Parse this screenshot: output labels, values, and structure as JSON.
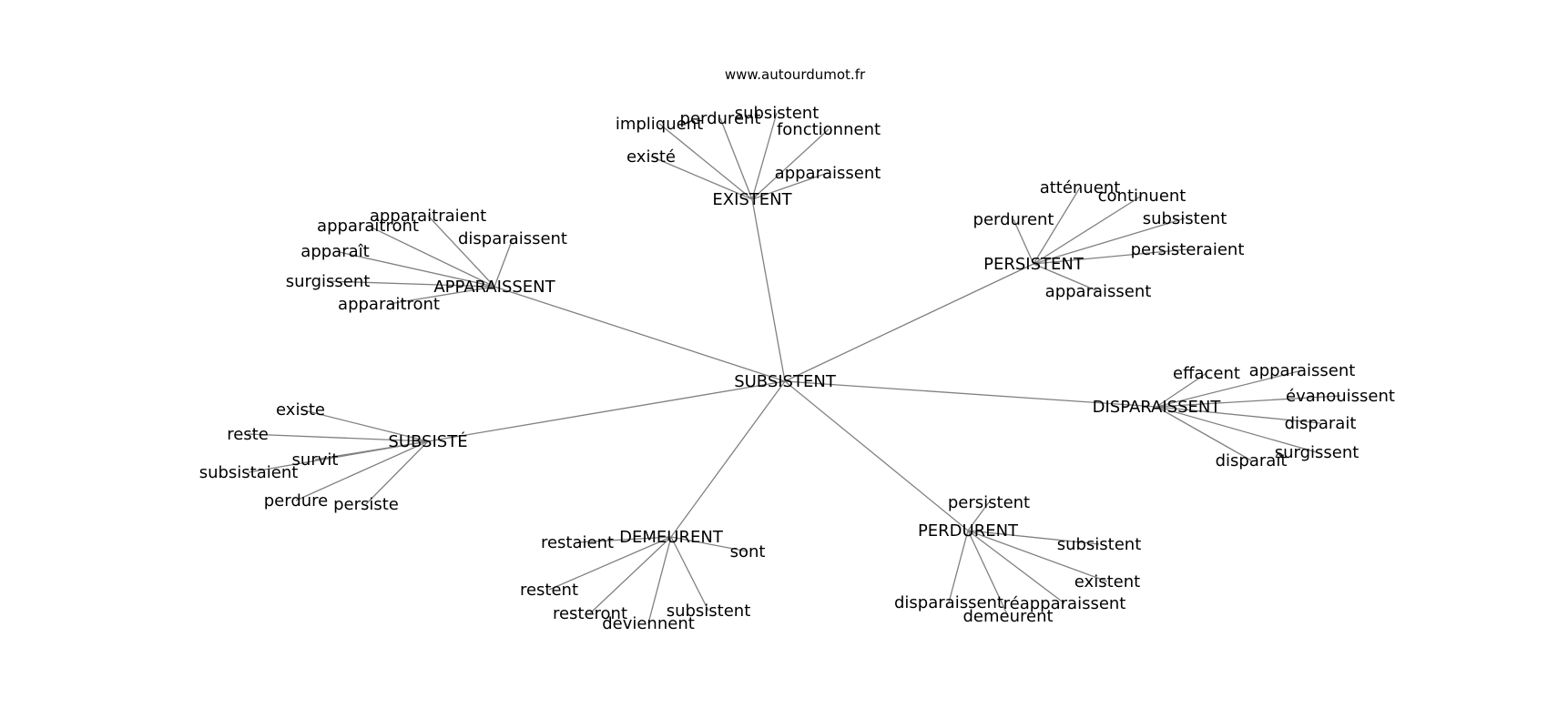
{
  "source": "www.autourdumot.fr",
  "colors": {
    "edge": "#808080",
    "text": "#000000",
    "background": "#ffffff"
  },
  "graph": {
    "root": "SUBSISTENT",
    "clusters": [
      {
        "hub": "EXISTENT",
        "leaves": [
          "impliquent",
          "perdurent",
          "subsistent",
          "fonctionnent",
          "existé",
          "apparaissent"
        ]
      },
      {
        "hub": "APPARAISSENT",
        "leaves": [
          "apparaitraient",
          "apparaîtront",
          "apparaît",
          "disparaissent",
          "surgissent",
          "apparaitront"
        ]
      },
      {
        "hub": "PERSISTENT",
        "leaves": [
          "atténuent",
          "continuent",
          "perdurent",
          "subsistent",
          "persisteraient",
          "apparaissent"
        ]
      },
      {
        "hub": "DISPARAISSENT",
        "leaves": [
          "effacent",
          "apparaissent",
          "évanouissent",
          "disparait",
          "disparaît",
          "surgissent"
        ]
      },
      {
        "hub": "SUBSISTÉ",
        "leaves": [
          "existe",
          "reste",
          "survit",
          "subsistaient",
          "perdure",
          "persiste"
        ]
      },
      {
        "hub": "DEMEURENT",
        "leaves": [
          "restaient",
          "sont",
          "restent",
          "resteront",
          "deviennent",
          "subsistent"
        ]
      },
      {
        "hub": "PERDURENT",
        "leaves": [
          "persistent",
          "subsistent",
          "existent",
          "disparaissent",
          "demeurent",
          "réapparaissent"
        ]
      }
    ]
  }
}
